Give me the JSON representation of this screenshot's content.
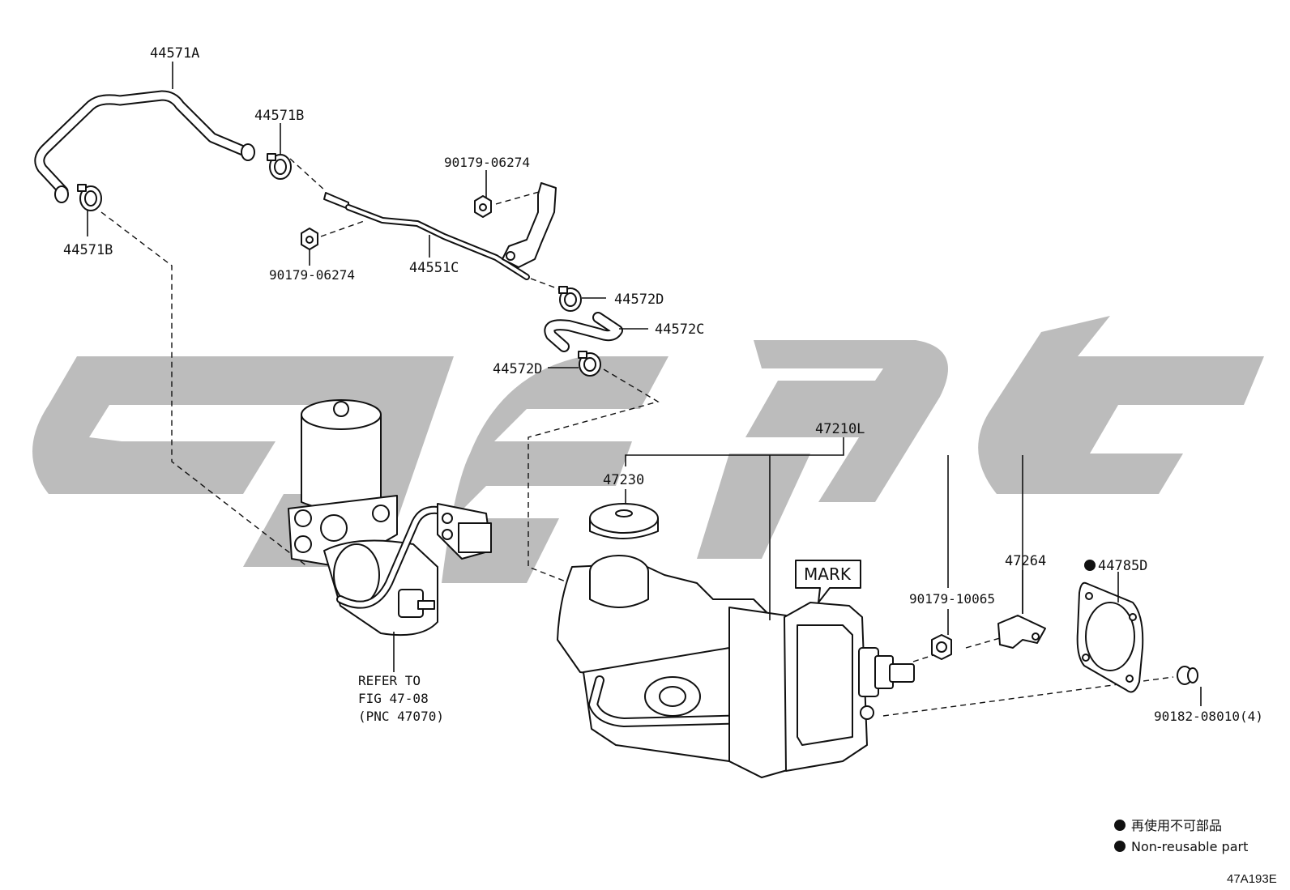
{
  "diagram": {
    "parts": {
      "hose_top": "44571A",
      "clamp_top_right": "44571B",
      "clamp_left": "44571B",
      "nut_upper": "90179-06274",
      "nut_lower": "90179-06274",
      "pipe": "44551C",
      "clamp_d_upper": "44572D",
      "hose_c": "44572C",
      "clamp_d_lower": "44572D",
      "master_cylinder_assy": "47210L",
      "reservoir_cap": "47230",
      "bracket": "47264",
      "nut_booster": "90179-10065",
      "gasket": "44785D",
      "bolt": "90182-08010(4)"
    },
    "refer": {
      "line1": "REFER TO",
      "line2": "FIG 47-08",
      "line3": "(PNC 47070)"
    },
    "mark_label": "MARK",
    "legend": {
      "jp": "再使用不可部品",
      "en": "Non-reusable part"
    },
    "figure_code": "47A193E",
    "colors": {
      "line": "#111111",
      "watermark": "#bcbcbc"
    }
  }
}
